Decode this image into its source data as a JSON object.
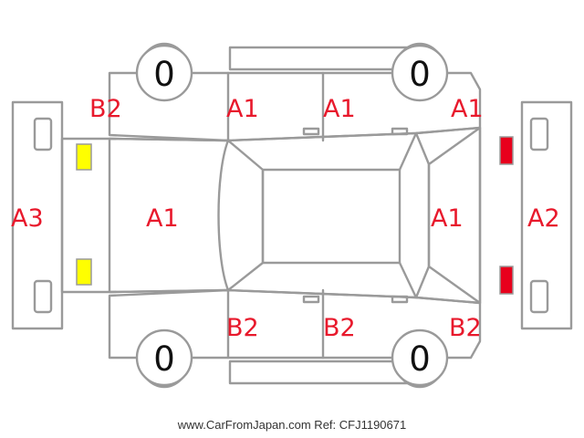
{
  "diagram": {
    "colors": {
      "outline": "#9a9a9a",
      "code_text": "#e8192c",
      "front_lamp": "#ffff00",
      "rear_lamp": "#e8001c",
      "tire_digit": "#111111"
    },
    "tires": {
      "front_left": "0",
      "rear_left": "0",
      "front_right": "0",
      "rear_right": "0"
    },
    "codes": {
      "front_fender_upper": "B2",
      "front_door_upper": "A1",
      "rear_door_upper": "A1",
      "rear_quarter_upper": "A1",
      "front_bumper": "A3",
      "hood": "A1",
      "trunk_lid": "A1",
      "rear_bumper": "A2",
      "front_door_lower": "B2",
      "rear_door_lower": "B2",
      "rear_quarter_lower": "B2"
    }
  },
  "footer": {
    "text": "www.CarFromJapan.com Ref: CFJ1190671"
  }
}
